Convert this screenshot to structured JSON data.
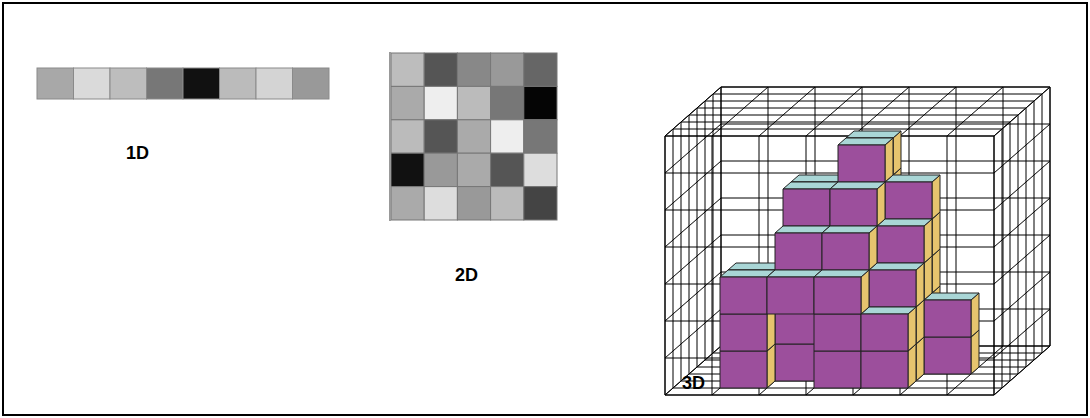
{
  "diagram": {
    "labels": [
      "1D",
      "2D",
      "3D"
    ]
  }
}
